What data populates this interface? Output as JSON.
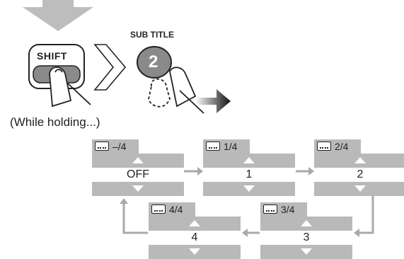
{
  "buttons": {
    "shift_label": "SHIFT",
    "subtitle_caption": "SUB TITLE",
    "subtitle_number": "2"
  },
  "caption": "(While holding...)",
  "states": [
    {
      "counter": "–/4",
      "value": "OFF"
    },
    {
      "counter": "1/4",
      "value": "1"
    },
    {
      "counter": "2/4",
      "value": "2"
    },
    {
      "counter": "3/4",
      "value": "3"
    },
    {
      "counter": "4/4",
      "value": "4"
    }
  ],
  "colors": {
    "box_gray": "#b9b9b9",
    "arrow_gray": "#a9a9a9",
    "big_arrow_gray": "#bdbdbd",
    "button_gray": "#8a8a8a"
  },
  "icons": [
    "subtitle-icon",
    "triangle-up-icon",
    "triangle-down-icon",
    "arrow-right-icon",
    "finger-icon"
  ]
}
